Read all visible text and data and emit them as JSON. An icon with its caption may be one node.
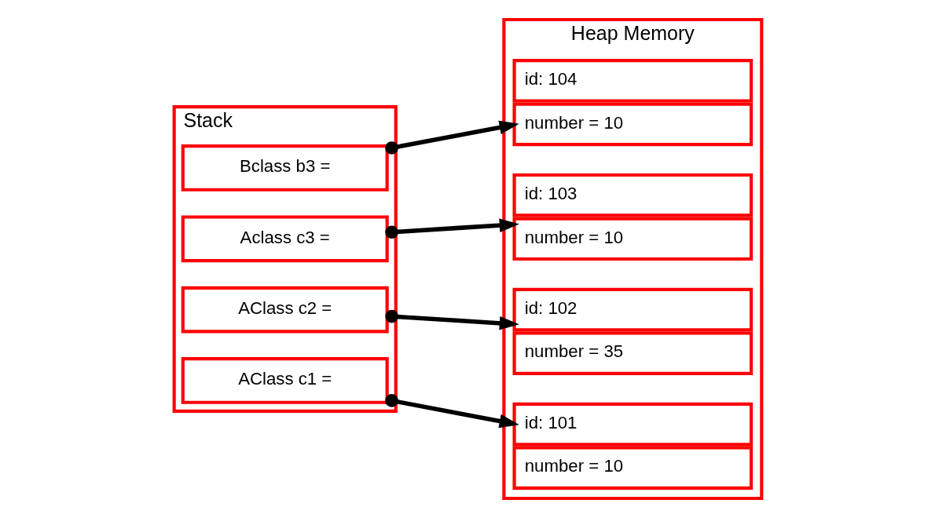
{
  "diagram": {
    "nodes": [
      {
        "text": [
          "Stack"
        ]
      },
      {
        "text": [
          "AClass c1 ="
        ],
        "in": 0
      },
      {
        "text": [
          "AClass c2 ="
        ],
        "in": 0
      },
      {
        "text": [
          "Aclass c3 ="
        ],
        "in": 0
      },
      {
        "text": [
          "Bclass b3 ="
        ],
        "in": 0
      },
      {
        "text": [
          "Heap Memory"
        ]
      },
      {
        "text": [
          "id: 101",
          "number = 10"
        ],
        "in": 5
      },
      {
        "text": [
          "id: 102",
          "number = 35"
        ],
        "in": 5
      },
      {
        "text": [
          "id: 103",
          "number = 10"
        ],
        "in": 5
      },
      {
        "text": [
          "id: 104",
          "number = 10"
        ],
        "in": 5
      }
    ],
    "edges": [
      {
        "from": 1,
        "to": 6,
        "arrow": "to"
      },
      {
        "from": 2,
        "to": 7,
        "arrow": "to"
      },
      {
        "from": 3,
        "to": 8,
        "arrow": "to"
      },
      {
        "from": 4,
        "to": 9,
        "arrow": "to"
      }
    ]
  }
}
